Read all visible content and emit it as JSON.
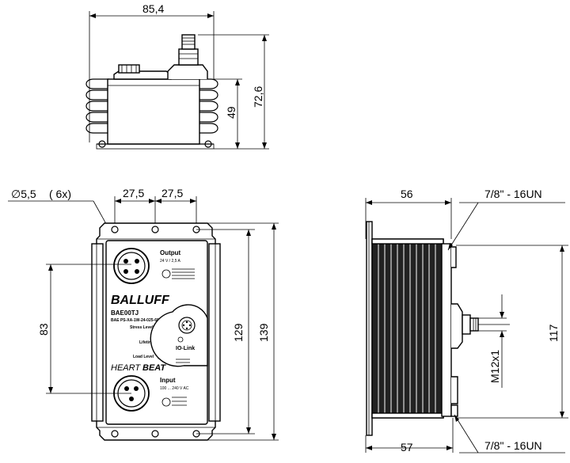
{
  "dimensions": {
    "top_width": "85,4",
    "top_height_49": "49",
    "top_height_72_6": "72,6",
    "hole_diameter": "∅5,5",
    "hole_count": "( 6x)",
    "hole_spacing_1": "27,5",
    "hole_spacing_2": "27,5",
    "front_83": "83",
    "front_129": "129",
    "front_139": "139",
    "side_width_56": "56",
    "side_width_57": "57",
    "side_117": "117",
    "thread_top": "7/8\" - 16UN",
    "thread_bottom": "7/8\" - 16UN",
    "thread_m12": "M12x1"
  },
  "device": {
    "output_label": "Output",
    "output_sub": "24 V / 2,5 A",
    "brand": "BALLUFF",
    "model": "BAE00TJ",
    "part_code": "BAE PS-XA-1W-24-025-602-I",
    "stress_level": "Stress Level",
    "lifetime": "Lifetime",
    "io_link": "IO-Link",
    "load_level": "Load Level",
    "heartbeat_a": "HEART",
    "heartbeat_b": "BEAT",
    "input_label": "Input",
    "input_sub": "100 ... 240 V AC"
  }
}
